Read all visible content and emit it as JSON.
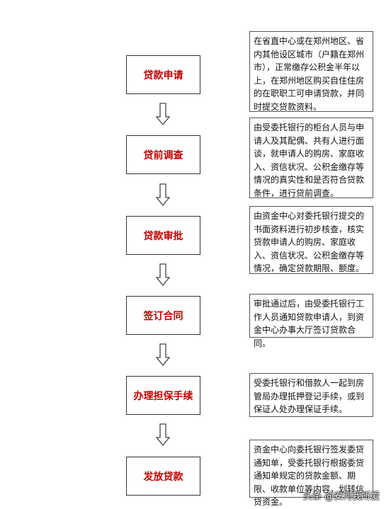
{
  "steps": [
    {
      "label": "贷款申请",
      "description": "在省直中心或在郑州地区、省内其他设区城市（户籍在郑州市），正常缴存公积金半年以上，在郑州地区购买自住住房的在职职工可申请贷款，并同时提交贷款资料。"
    },
    {
      "label": "贷前调查",
      "description": "由受委托银行的柜台人员与申请人及其配偶、共有人进行面谈，就申请人的购房、家庭收入、资信状况、公积金缴存等情况的真实性和是否符合贷款条件，进行贷前调查。"
    },
    {
      "label": "贷款审批",
      "description": "由资金中心对委托银行提交的书面资料进行初步核查，核实贷款申请人的购房、家庭收入、资信状况、公积金缴存等情况，确定贷款期限、额度。"
    },
    {
      "label": "签订合同",
      "description": "审批通过后，由受委托银行工作人员通知贷款申请人，到资金中心办事大厅签订贷款合同。"
    },
    {
      "label": "办理担保手续",
      "description": "受委托银行和借款人一起到房管局办理抵押登记手续，或到保证人处办理保证手续。"
    },
    {
      "label": "发放贷款",
      "description": "资金中心向委托银行签发委贷通知单，受委托银行根据委贷通知单规定的贷款金额、期限、收款单位等内容，划转信贷资金。"
    }
  ],
  "watermark": "头条 @安河我所爱",
  "colors": {
    "step_text": "#c00000",
    "border": "#333333"
  }
}
